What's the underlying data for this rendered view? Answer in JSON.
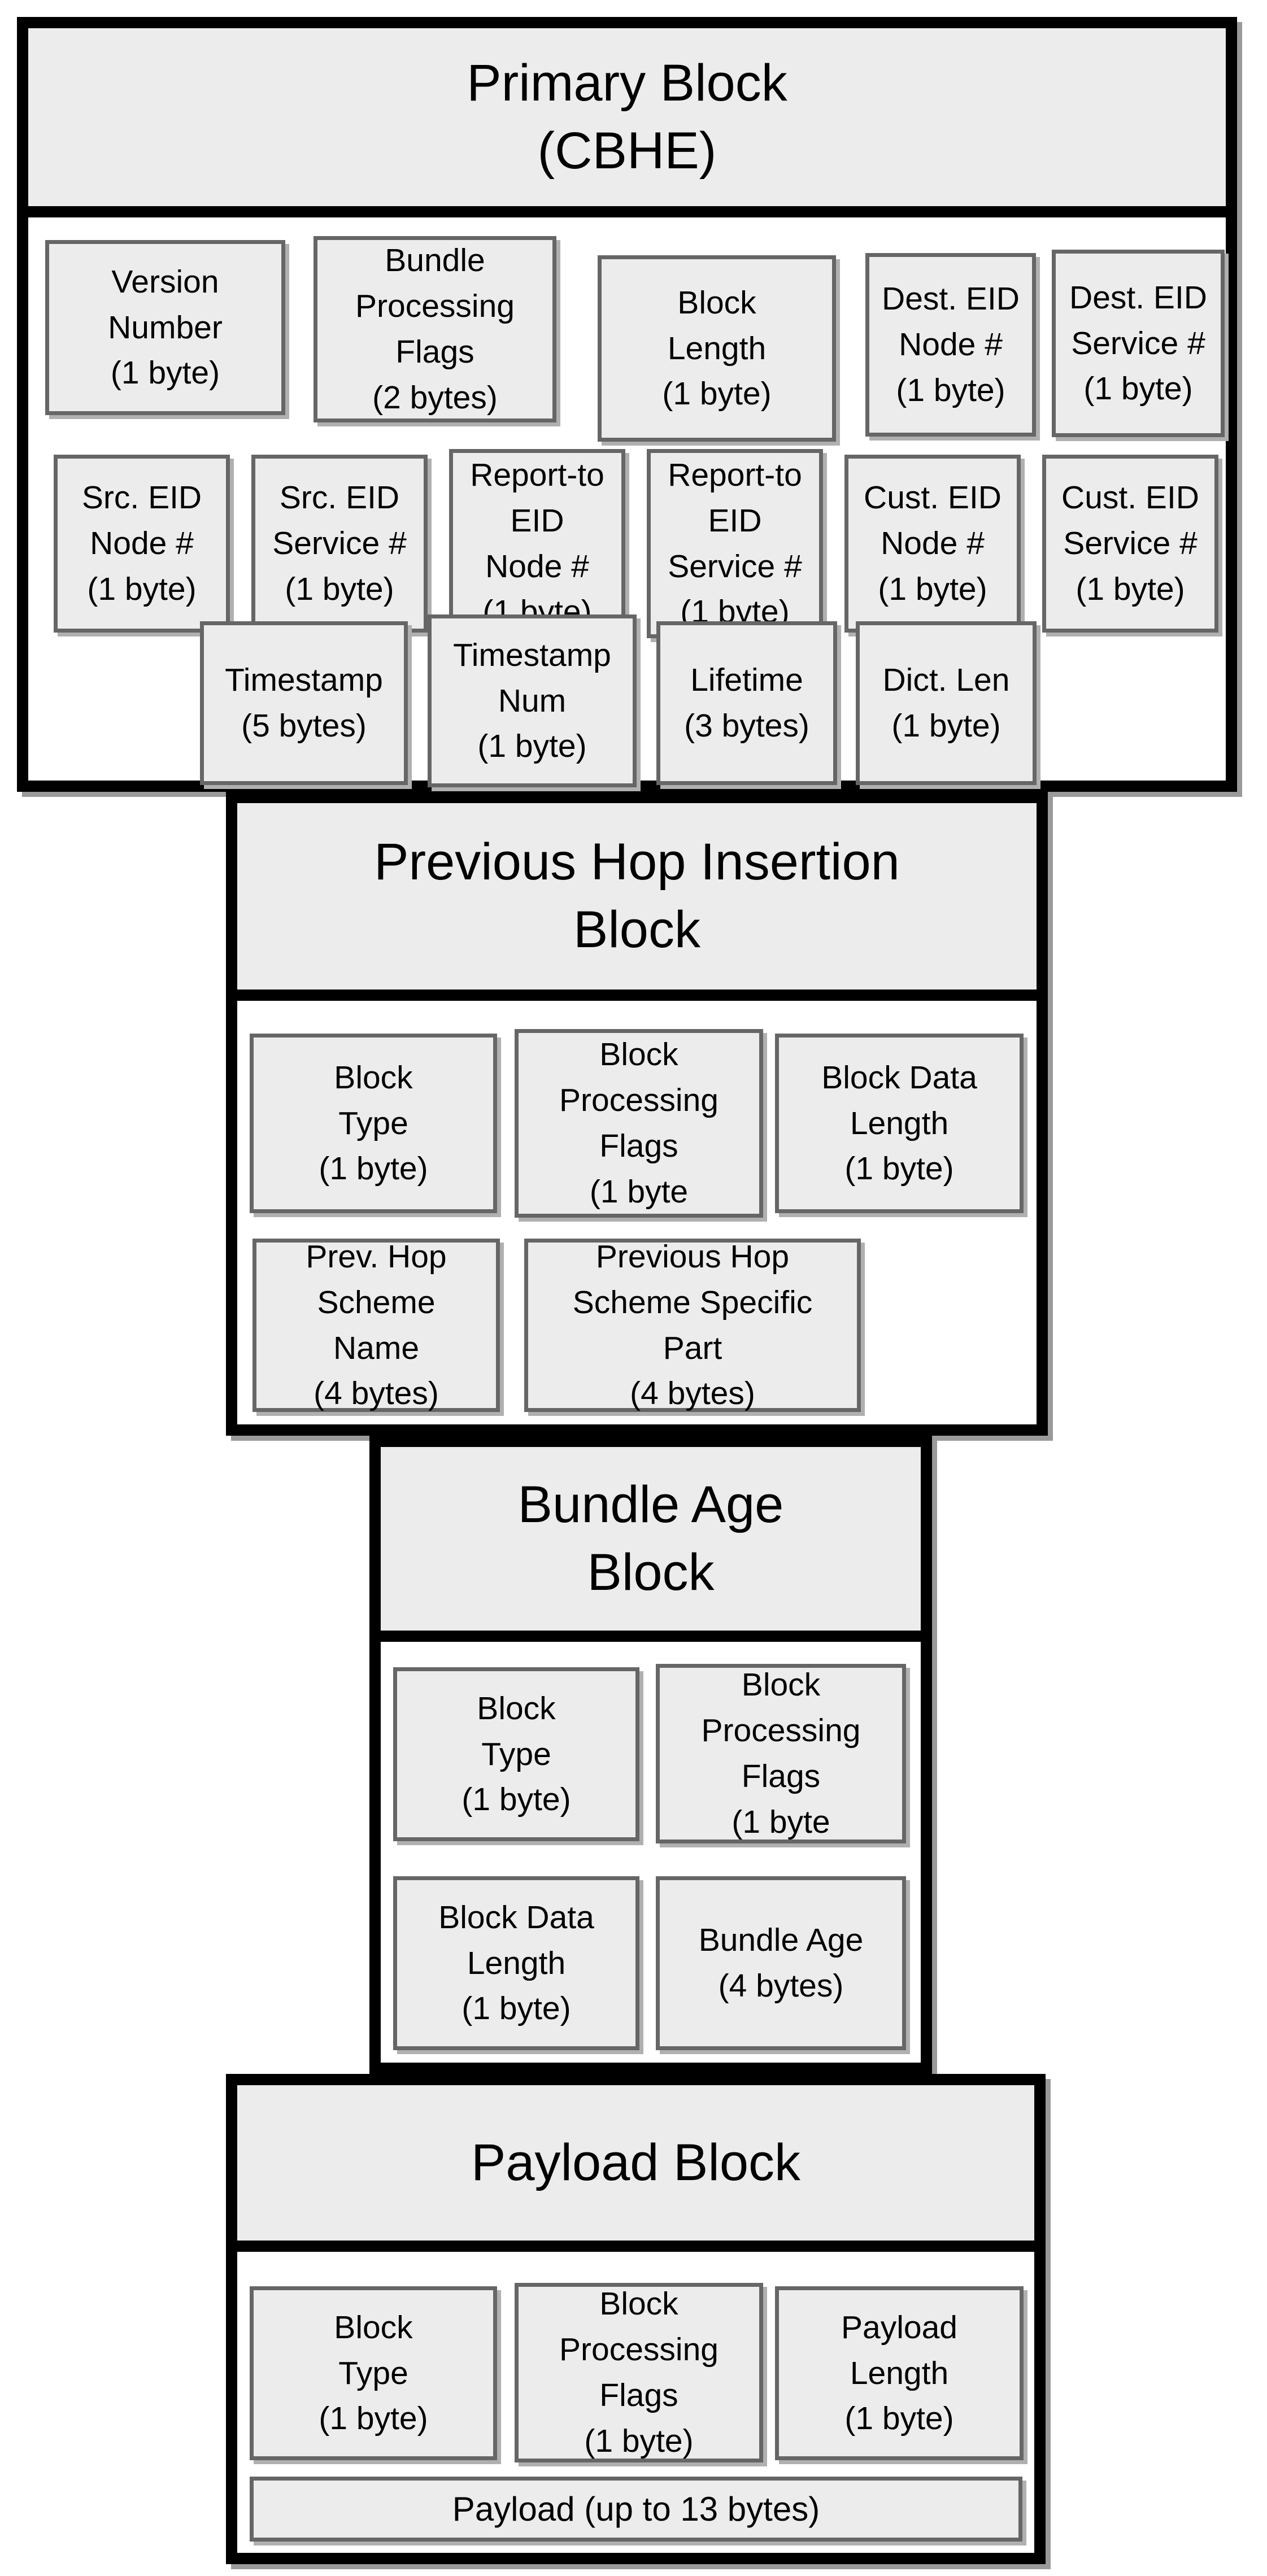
{
  "diagram": {
    "colors": {
      "background": "#ffffff",
      "block_fill": "#ececec",
      "outer_border": "#000000",
      "field_border": "#666666",
      "shadow": "#b0b0b0"
    },
    "blocks": [
      {
        "id": "primary-block",
        "title": "Primary Block\n(CBHE)",
        "fields": [
          {
            "label": "Version\nNumber\n(1 byte)"
          },
          {
            "label": "Bundle\nProcessing\nFlags\n(2 bytes)"
          },
          {
            "label": "Block\nLength\n(1 byte)"
          },
          {
            "label": "Dest. EID\nNode #\n(1 byte)"
          },
          {
            "label": "Dest. EID\nService #\n(1 byte)"
          },
          {
            "label": "Src. EID\nNode #\n(1 byte)"
          },
          {
            "label": "Src. EID\nService #\n(1 byte)"
          },
          {
            "label": "Report-to\nEID\nNode #\n(1 byte)"
          },
          {
            "label": "Report-to\nEID\nService #\n(1 byte)"
          },
          {
            "label": "Cust. EID\nNode #\n(1 byte)"
          },
          {
            "label": "Cust. EID\nService #\n(1 byte)"
          },
          {
            "label": "Timestamp\n(5 bytes)"
          },
          {
            "label": "Timestamp\nNum\n(1 byte)"
          },
          {
            "label": "Lifetime\n(3 bytes)"
          },
          {
            "label": "Dict. Len\n(1 byte)"
          }
        ]
      },
      {
        "id": "previous-hop-insertion-block",
        "title": "Previous Hop Insertion\nBlock",
        "fields": [
          {
            "label": "Block\nType\n(1 byte)"
          },
          {
            "label": "Block\nProcessing\nFlags\n(1 byte"
          },
          {
            "label": "Block Data\nLength\n(1 byte)"
          },
          {
            "label": "Prev. Hop\nScheme\nName\n(4 bytes)"
          },
          {
            "label": "Previous Hop\nScheme Specific\nPart\n(4 bytes)"
          }
        ]
      },
      {
        "id": "bundle-age-block",
        "title": "Bundle Age\nBlock",
        "fields": [
          {
            "label": "Block\nType\n(1 byte)"
          },
          {
            "label": "Block\nProcessing\nFlags\n(1 byte"
          },
          {
            "label": "Block Data\nLength\n(1 byte)"
          },
          {
            "label": "Bundle Age\n(4 bytes)"
          }
        ]
      },
      {
        "id": "payload-block",
        "title": "Payload Block",
        "fields": [
          {
            "label": "Block\nType\n(1 byte)"
          },
          {
            "label": "Block\nProcessing\nFlags\n(1 byte)"
          },
          {
            "label": "Payload\nLength\n(1 byte)"
          }
        ],
        "payload_bar_label": "Payload (up to 13 bytes)"
      }
    ]
  }
}
